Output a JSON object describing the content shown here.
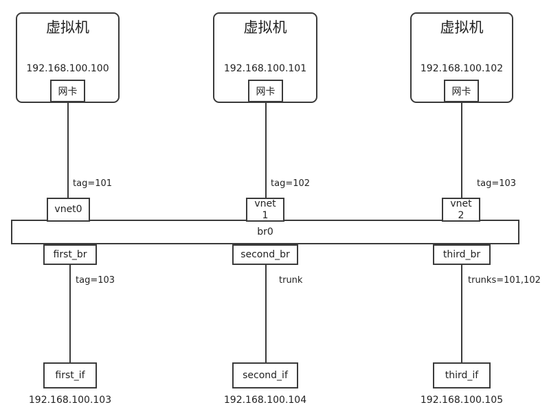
{
  "diagram": {
    "title": "",
    "colors": {
      "stroke": "#3a3a3a",
      "background": "#ffffff",
      "text": "#222222"
    },
    "vms": [
      {
        "name": "虚拟机",
        "ip": "192.168.100.100",
        "nic": "网卡"
      },
      {
        "name": "虚拟机",
        "ip": "192.168.100.101",
        "nic": "网卡"
      },
      {
        "name": "虚拟机",
        "ip": "192.168.100.102",
        "nic": "网卡"
      }
    ],
    "vm_links": [
      {
        "label": "tag=101"
      },
      {
        "label": "tag=102"
      },
      {
        "label": "tag=103"
      }
    ],
    "vnet_ports": [
      {
        "label": "vnet0"
      },
      {
        "label": "vnet\n1"
      },
      {
        "label": "vnet\n2"
      }
    ],
    "bridge": {
      "label": "br0"
    },
    "bridge_ports": [
      {
        "label": "first_br"
      },
      {
        "label": "second_br"
      },
      {
        "label": "third_br"
      }
    ],
    "bridge_links": [
      {
        "label": "tag=103"
      },
      {
        "label": "trunk"
      },
      {
        "label": "trunks=101,102"
      }
    ],
    "interfaces": [
      {
        "label": "first_if",
        "ip": "192.168.100.103"
      },
      {
        "label": "second_if",
        "ip": "192.168.100.104"
      },
      {
        "label": "third_if",
        "ip": "192.168.100.105"
      }
    ]
  }
}
